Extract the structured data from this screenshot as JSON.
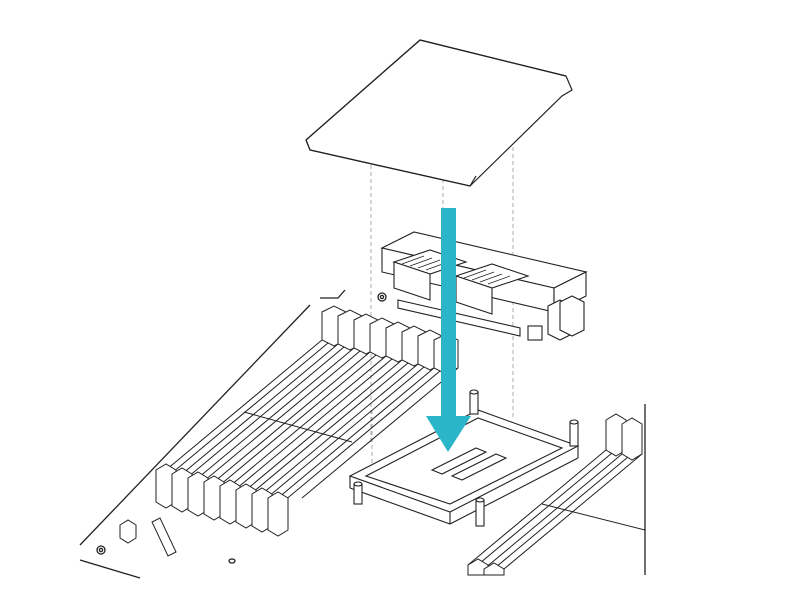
{
  "colors": {
    "line": "#222222",
    "guide": "#9a9a9a",
    "arrow": "#2bb5c8",
    "background": "#ffffff",
    "face": "#ffffff"
  },
  "components": {
    "top": "protective-cover",
    "middle": "power-connector",
    "bottom": "socket-frame",
    "left_bank": "memory-slot-bank-left",
    "right_bank": "memory-slot-bank-right"
  },
  "arrow": {
    "direction": "down"
  }
}
